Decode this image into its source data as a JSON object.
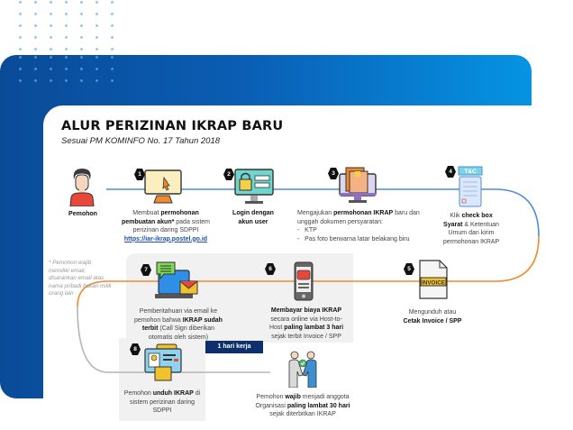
{
  "title": "ALUR PERIZINAN IKRAP BARU",
  "subtitle": "Sesuai PM KOMINFO No. 17 Tahun 2018",
  "applicant": {
    "label": "Pemohon"
  },
  "note": "* Pemohon wajib memiliki email, disarankan email atas nama pribadi bukan milik orang lain",
  "steps": [
    {
      "number": "1",
      "icon": "computer-cursor-icon",
      "text_pre": "Membuat ",
      "text_bold": "permohonan pembuatan akun*",
      "text_post": " pada sistem perizinan daring SDPPI",
      "link": "https://iar-ikrap.postel.go.id"
    },
    {
      "number": "2",
      "icon": "computer-lock-icon",
      "text_bold": "Login dengan akun user"
    },
    {
      "number": "3",
      "icon": "computer-package-icon",
      "text_pre": "Mengajukan ",
      "text_bold": "permohonan IKRAP",
      "text_post": " baru dan unggah dokumen persyaratan:",
      "list": [
        "KTP",
        "Pas foto berwarna latar belakang biru"
      ]
    },
    {
      "number": "4",
      "icon": "terms-document-icon",
      "icon_label": "T&C",
      "text_pre": "Klik ",
      "text_bold": "check box Syarat",
      "text_post": " & Ketentuan Umum dan kirim permohonan IKRAP"
    },
    {
      "number": "5",
      "icon": "invoice-document-icon",
      "icon_label": "INVOICE",
      "text_pre": "Mengunduh atau ",
      "text_bold": "Cetak Invoice / SPP"
    },
    {
      "number": "6",
      "icon": "mobile-wallet-icon",
      "text_bold": "Membayar biaya IKRAP",
      "text_pre": " secara online via Host-to-Host ",
      "text_bold2": "paling lambat 3 hari",
      "text_post": " sejak terbit Invoice / SPP"
    },
    {
      "number": "7",
      "icon": "laptop-email-icon",
      "text_pre": "Pemberitahuan via email ke pemohon bahwa ",
      "text_bold": "IKRAP sudah terbit",
      "text_post": " (Call Sign diberikan otomatis oleh sistem)"
    },
    {
      "number": "8",
      "icon": "id-card-icon",
      "text_pre": "Pemohon ",
      "text_bold": "unduh IKRAP",
      "text_post": " di sistem perizinan daring SDPPI"
    }
  ],
  "badge": "1 hari kerja",
  "final": {
    "icon": "handshake-icon",
    "text_pre": "Pemohon ",
    "text_bold": "wajib",
    "text_mid": " menjadi anggota Organisasi ",
    "text_bold2": "paling lambat 30 hari",
    "text_post": " sejak diterbitkan IKRAP"
  },
  "colors": {
    "blue_line": "#4a8fd6",
    "orange_line": "#f08a2c",
    "gray_line": "#b5b5b5",
    "badge": "#0d2f6b"
  }
}
